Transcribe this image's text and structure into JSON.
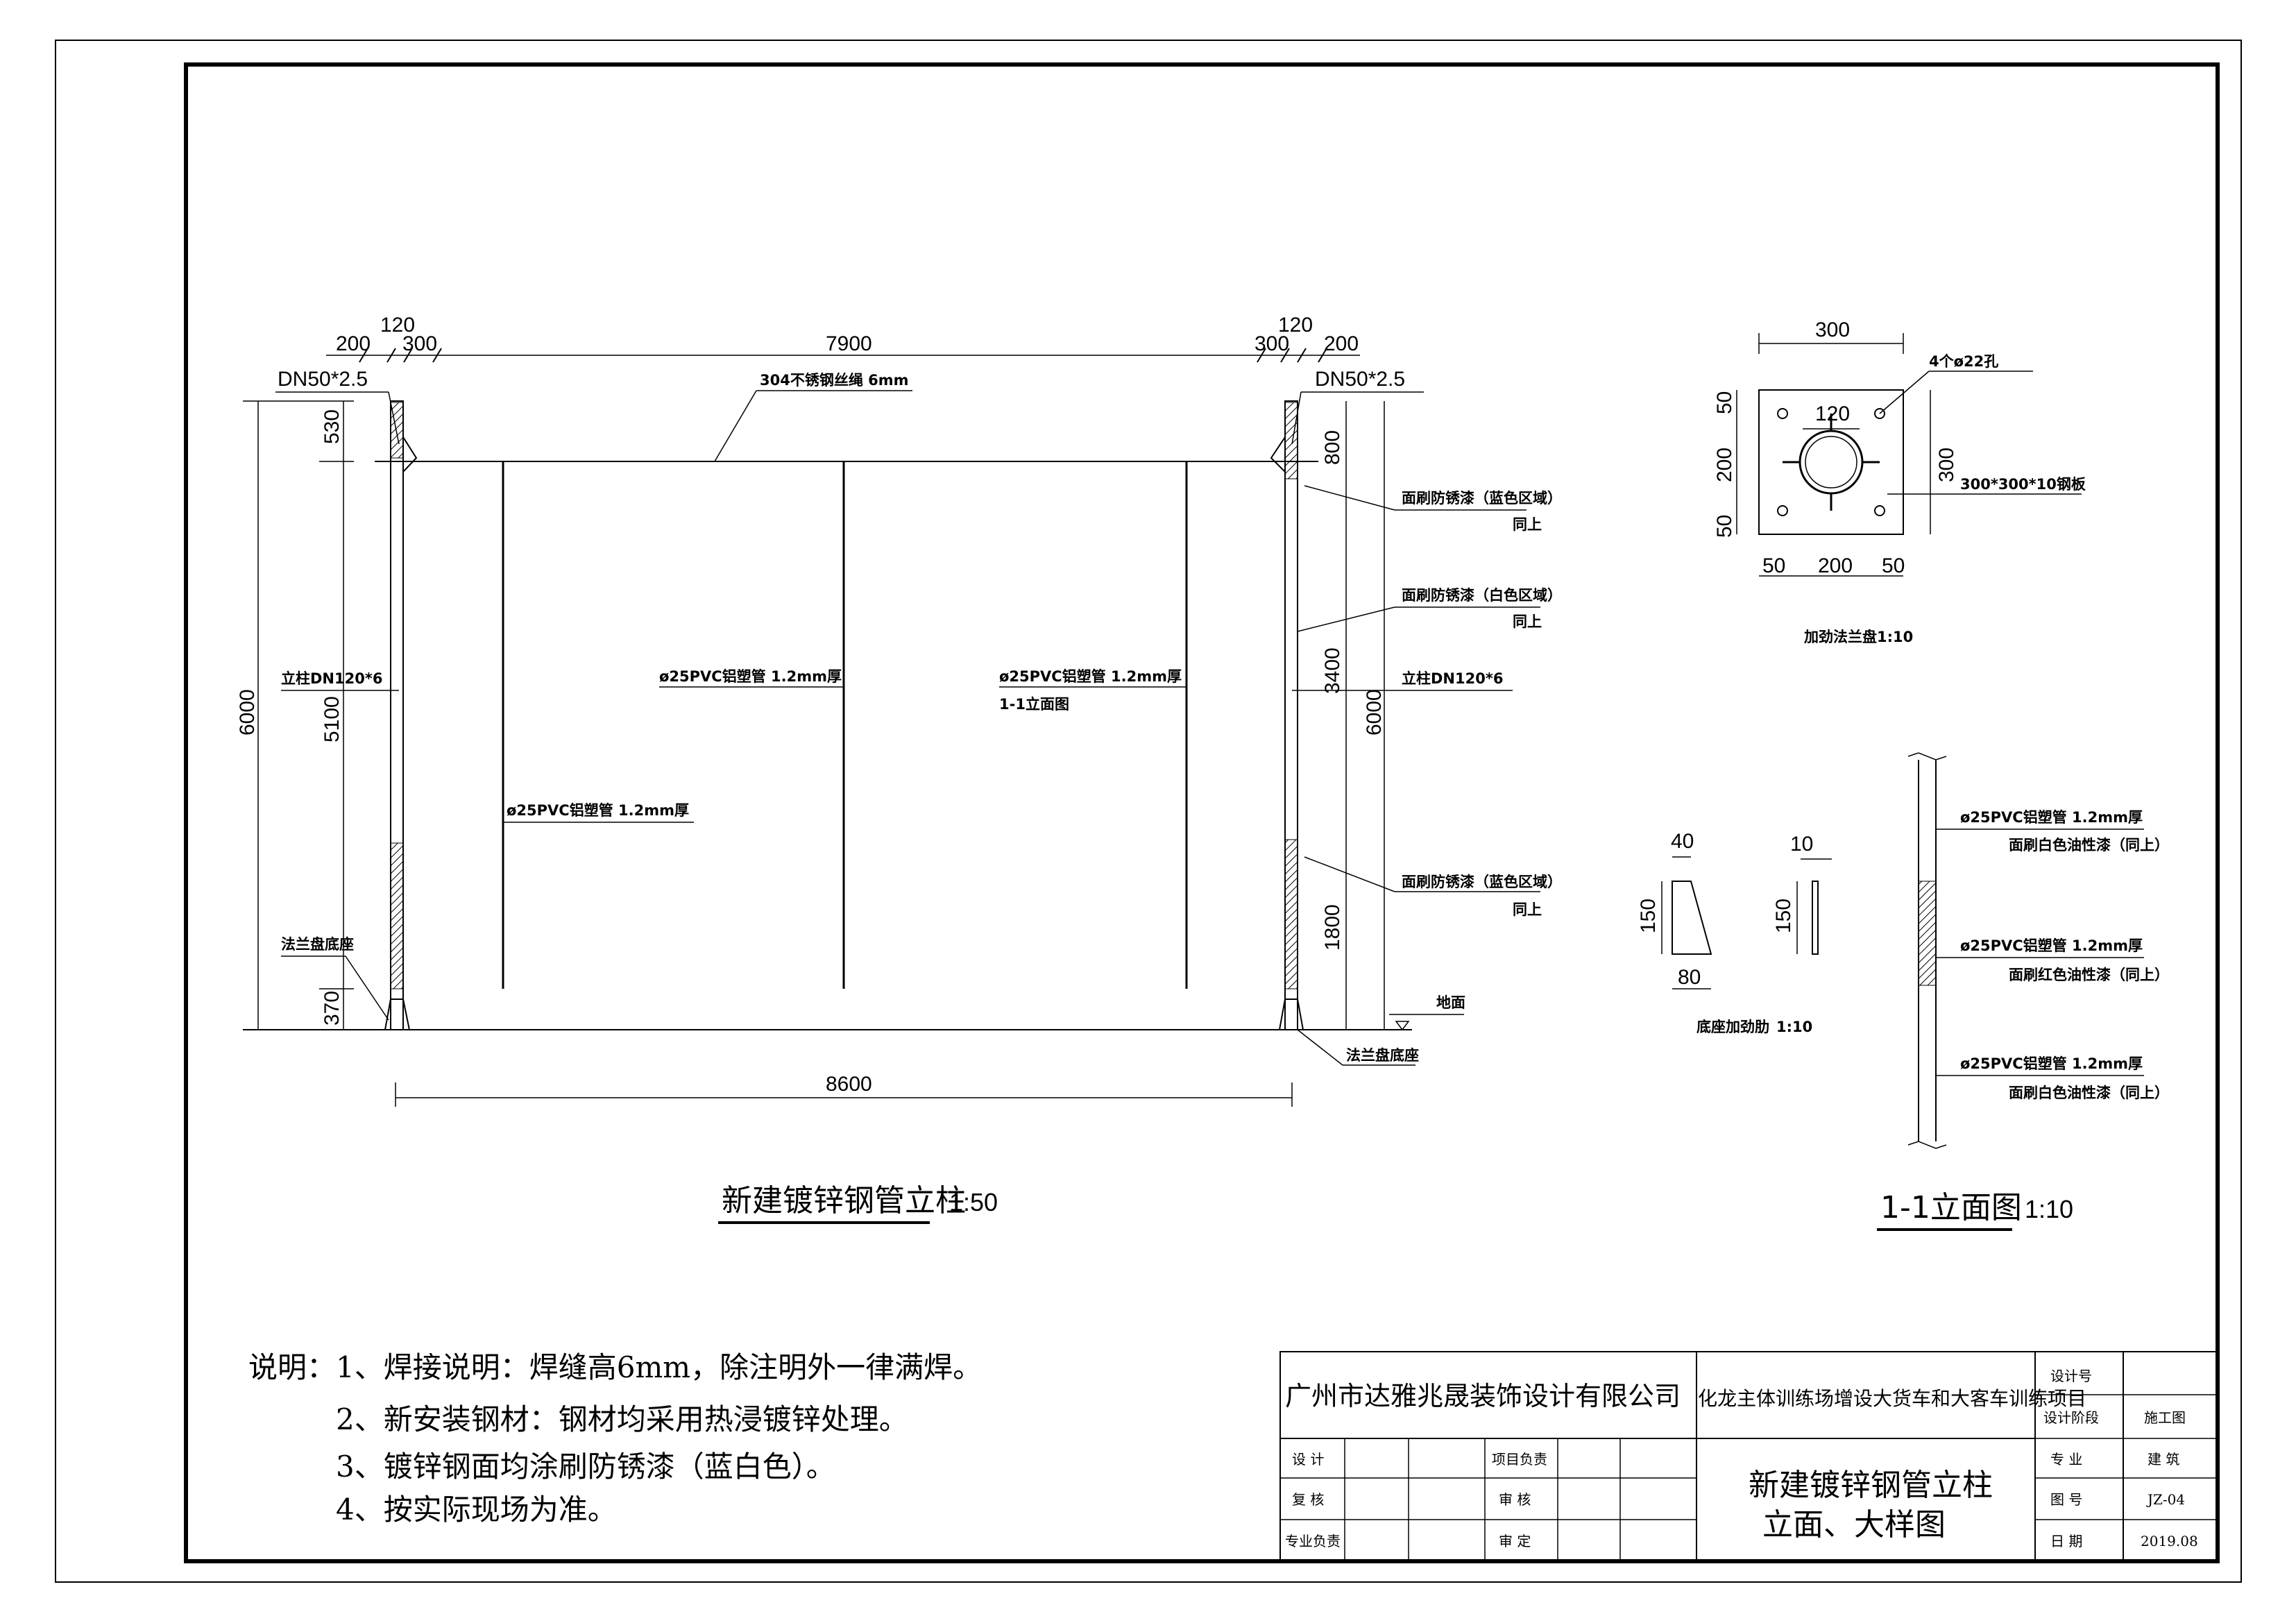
{
  "main_drawing": {
    "title": "新建镀锌钢管立柱",
    "scale": "1:50",
    "dims_top": [
      "200",
      "120",
      "300",
      "7900",
      "300",
      "120",
      "200"
    ],
    "dim_bottom": "8600",
    "dims_left": [
      "530",
      "5100",
      "370"
    ],
    "dim_left_total": "6000",
    "dims_right": [
      "800",
      "3400",
      "1800"
    ],
    "dim_right_total": "6000",
    "labels": {
      "pipe_left": "DN50*2.5",
      "pipe_right": "DN50*2.5",
      "wire": "304不锈钢丝绳 6mm",
      "post_left": "立柱DN120*6",
      "post_right": "立柱DN120*6",
      "pvc_a": "ø25PVC铝塑管 1.2mm厚",
      "pvc_b": "ø25PVC铝塑管 1.2mm厚",
      "pvc_c": "ø25PVC铝塑管 1.2mm厚",
      "section_ref": "1-1立面图",
      "flange_left": "法兰盘底座",
      "flange_right": "法兰盘底座",
      "ground": "地面",
      "paint1": "面刷防锈漆（蓝色区域）",
      "paint1_sub": "同上",
      "paint2": "面刷防锈漆（白色区域）",
      "paint2_sub": "同上",
      "paint3": "面刷防锈漆（蓝色区域）",
      "paint3_sub": "同上"
    }
  },
  "flange_detail": {
    "caption": "加劲法兰盘",
    "scale": "1:10",
    "dim_top": "300",
    "dim_inner": "120",
    "dims_left": [
      "50",
      "200",
      "50"
    ],
    "dim_right": "300",
    "dims_bottom": [
      "50",
      "200",
      "50"
    ],
    "hole_label": "4个ø22孔",
    "plate_label": "300*300*10钢板"
  },
  "rib_detail": {
    "caption": "底座加劲肋",
    "scale": "1:10",
    "dim_top_a": "40",
    "dim_top_b": "10",
    "dim_h_a": "150",
    "dim_h_b": "150",
    "dim_bottom": "80"
  },
  "section_1_1": {
    "title": "1-1立面图",
    "scale": "1:10",
    "items": [
      {
        "pipe": "ø25PVC铝塑管 1.2mm厚",
        "paint": "面刷白色油性漆（同上）"
      },
      {
        "pipe": "ø25PVC铝塑管 1.2mm厚",
        "paint": "面刷红色油性漆（同上）"
      },
      {
        "pipe": "ø25PVC铝塑管 1.2mm厚",
        "paint": "面刷白色油性漆（同上）"
      }
    ]
  },
  "notes": {
    "heading": "说明：",
    "items": [
      "1、焊接说明：焊缝高6mm，除注明外一律满焊。",
      "2、新安装钢材：钢材均采用热浸镀锌处理。",
      "3、镀锌钢面均涂刷防锈漆（蓝白色）。",
      "4、按实际现场为准。"
    ]
  },
  "title_block": {
    "company": "广州市达雅兆晟装饰设计有限公司",
    "project": "化龙主体训练场增设大货车和大客车训练项目",
    "drawing_name_1": "新建镀锌钢管立柱",
    "drawing_name_2": "立面、大样图",
    "role_labels": [
      "设 计",
      "复 核",
      "专业负责"
    ],
    "role_labels_2": [
      "项目负责",
      "审 核",
      "审 定"
    ],
    "meta_labels": [
      "设计号",
      "设计阶段",
      "专 业",
      "图 号",
      "日 期"
    ],
    "meta_values": [
      "",
      "施工图",
      "建 筑",
      "JZ-04",
      "2019.08"
    ]
  }
}
